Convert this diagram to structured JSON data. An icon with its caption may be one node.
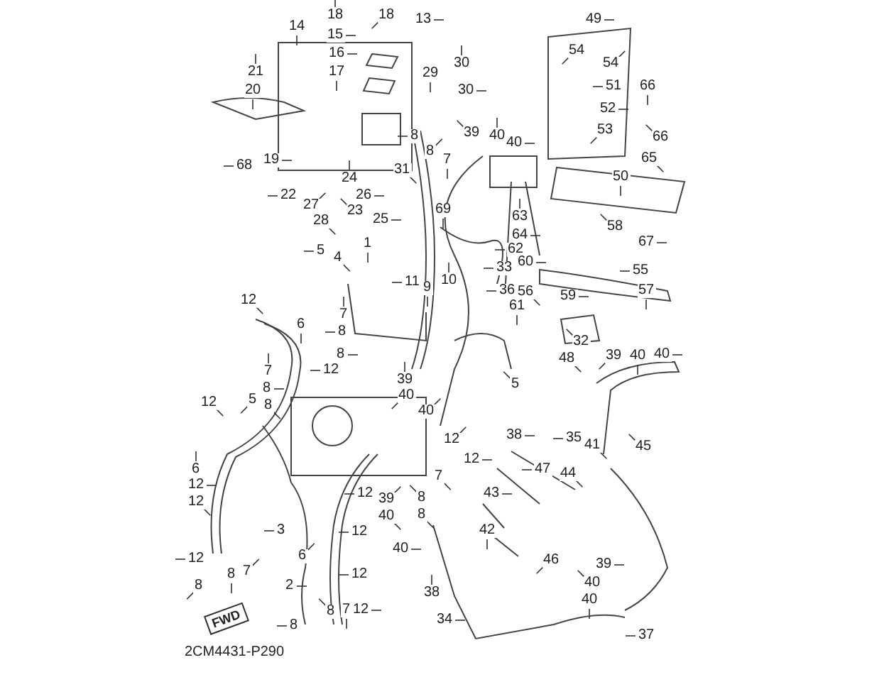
{
  "diagram": {
    "nodes": [
      {
        "text": [
          "13"
        ]
      },
      {
        "text": [
          "18"
        ]
      },
      {
        "text": [
          "18"
        ]
      },
      {
        "text": [
          "49"
        ]
      },
      {
        "text": [
          "14"
        ]
      },
      {
        "text": [
          "15"
        ]
      },
      {
        "text": [
          "16"
        ]
      },
      {
        "text": [
          "17"
        ]
      },
      {
        "text": [
          "54"
        ]
      },
      {
        "text": [
          "54"
        ]
      },
      {
        "text": [
          "30"
        ]
      },
      {
        "text": [
          "21"
        ]
      },
      {
        "text": [
          "29"
        ]
      },
      {
        "text": [
          "51"
        ]
      },
      {
        "text": [
          "66"
        ]
      },
      {
        "text": [
          "30"
        ]
      },
      {
        "text": [
          "20"
        ]
      },
      {
        "text": [
          "52"
        ]
      },
      {
        "text": [
          "53"
        ]
      },
      {
        "text": [
          "39"
        ]
      },
      {
        "text": [
          "40"
        ]
      },
      {
        "text": [
          "8"
        ]
      },
      {
        "text": [
          "66"
        ]
      },
      {
        "text": [
          "40"
        ]
      },
      {
        "text": [
          "8"
        ]
      },
      {
        "text": [
          "7"
        ]
      },
      {
        "text": [
          "65"
        ]
      },
      {
        "text": [
          "19"
        ]
      },
      {
        "text": [
          "68"
        ]
      },
      {
        "text": [
          "31"
        ]
      },
      {
        "text": [
          "50"
        ]
      },
      {
        "text": [
          "24"
        ]
      },
      {
        "text": [
          "26"
        ]
      },
      {
        "text": [
          "22"
        ]
      },
      {
        "text": [
          "27"
        ]
      },
      {
        "text": [
          "23"
        ]
      },
      {
        "text": [
          "69"
        ]
      },
      {
        "text": [
          "63"
        ]
      },
      {
        "text": [
          "28"
        ]
      },
      {
        "text": [
          "25"
        ]
      },
      {
        "text": [
          "58"
        ]
      },
      {
        "text": [
          "64"
        ]
      },
      {
        "text": [
          "67"
        ]
      },
      {
        "text": [
          "1"
        ]
      },
      {
        "text": [
          "62"
        ]
      },
      {
        "text": [
          "5"
        ]
      },
      {
        "text": [
          "4"
        ]
      },
      {
        "text": [
          "60"
        ]
      },
      {
        "text": [
          "33"
        ]
      },
      {
        "text": [
          "55"
        ]
      },
      {
        "text": [
          "11"
        ]
      },
      {
        "text": [
          "10"
        ]
      },
      {
        "text": [
          "9"
        ]
      },
      {
        "text": [
          "36"
        ]
      },
      {
        "text": [
          "56"
        ]
      },
      {
        "text": [
          "59"
        ]
      },
      {
        "text": [
          "57"
        ]
      },
      {
        "text": [
          "12"
        ]
      },
      {
        "text": [
          "61"
        ]
      },
      {
        "text": [
          "7"
        ]
      },
      {
        "text": [
          "6"
        ]
      },
      {
        "text": [
          "8"
        ]
      },
      {
        "text": [
          "32"
        ]
      },
      {
        "text": [
          "8"
        ]
      },
      {
        "text": [
          "39"
        ]
      },
      {
        "text": [
          "40"
        ]
      },
      {
        "text": [
          "40"
        ]
      },
      {
        "text": [
          "48"
        ]
      },
      {
        "text": [
          "12"
        ]
      },
      {
        "text": [
          "7"
        ]
      },
      {
        "text": [
          "39"
        ]
      },
      {
        "text": [
          "5"
        ]
      },
      {
        "text": [
          "8"
        ]
      },
      {
        "text": [
          "40"
        ]
      },
      {
        "text": [
          "8"
        ]
      },
      {
        "text": [
          "12"
        ]
      },
      {
        "text": [
          "5"
        ]
      },
      {
        "text": [
          "40"
        ]
      },
      {
        "text": [
          "38"
        ]
      },
      {
        "text": [
          "35"
        ]
      },
      {
        "text": [
          "12"
        ]
      },
      {
        "text": [
          "41"
        ]
      },
      {
        "text": [
          "45"
        ]
      },
      {
        "text": [
          "12"
        ]
      },
      {
        "text": [
          "47"
        ]
      },
      {
        "text": [
          "44"
        ]
      },
      {
        "text": [
          "6"
        ]
      },
      {
        "text": [
          "7"
        ]
      },
      {
        "text": [
          "12"
        ]
      },
      {
        "text": [
          "43"
        ]
      },
      {
        "text": [
          "12"
        ]
      },
      {
        "text": [
          "8"
        ]
      },
      {
        "text": [
          "39"
        ]
      },
      {
        "text": [
          "12"
        ]
      },
      {
        "text": [
          "40"
        ]
      },
      {
        "text": [
          "8"
        ]
      },
      {
        "text": [
          "3"
        ]
      },
      {
        "text": [
          "12"
        ]
      },
      {
        "text": [
          "42"
        ]
      },
      {
        "text": [
          "40"
        ]
      },
      {
        "text": [
          "6"
        ]
      },
      {
        "text": [
          "12"
        ]
      },
      {
        "text": [
          "46"
        ]
      },
      {
        "text": [
          "39"
        ]
      },
      {
        "text": [
          "7"
        ]
      },
      {
        "text": [
          "8"
        ]
      },
      {
        "text": [
          "12"
        ]
      },
      {
        "text": [
          "40"
        ]
      },
      {
        "text": [
          "8"
        ]
      },
      {
        "text": [
          "2"
        ]
      },
      {
        "text": [
          "38"
        ]
      },
      {
        "text": [
          "40"
        ]
      },
      {
        "text": [
          "12"
        ]
      },
      {
        "text": [
          "7"
        ]
      },
      {
        "text": [
          "8"
        ]
      },
      {
        "text": [
          "34"
        ]
      },
      {
        "text": [
          "8"
        ]
      },
      {
        "text": [
          "37"
        ]
      },
      {
        "text": [
          "FWD"
        ]
      }
    ],
    "edges": [
      {
        "from": 0,
        "to": null,
        "arrow": "none"
      },
      {
        "from": 1,
        "to": null,
        "arrow": "none"
      },
      {
        "from": 2,
        "to": null,
        "arrow": "none"
      },
      {
        "from": 3,
        "to": null,
        "arrow": "none"
      },
      {
        "from": 4,
        "to": null,
        "arrow": "none"
      },
      {
        "from": 5,
        "to": null,
        "arrow": "none"
      },
      {
        "from": 6,
        "to": null,
        "arrow": "none"
      },
      {
        "from": 7,
        "to": null,
        "arrow": "none"
      },
      {
        "from": 8,
        "to": null,
        "arrow": "none"
      },
      {
        "from": 9,
        "to": null,
        "arrow": "none"
      },
      {
        "from": 10,
        "to": null,
        "arrow": "none"
      },
      {
        "from": 11,
        "to": null,
        "arrow": "none"
      },
      {
        "from": 12,
        "to": null,
        "arrow": "none"
      },
      {
        "from": 13,
        "to": null,
        "arrow": "none"
      },
      {
        "from": 14,
        "to": null,
        "arrow": "none"
      },
      {
        "from": 15,
        "to": null,
        "arrow": "none"
      },
      {
        "from": 16,
        "to": null,
        "arrow": "none"
      },
      {
        "from": 17,
        "to": null,
        "arrow": "none"
      },
      {
        "from": 18,
        "to": null,
        "arrow": "none"
      },
      {
        "from": 19,
        "to": null,
        "arrow": "none"
      },
      {
        "from": 20,
        "to": null,
        "arrow": "none"
      },
      {
        "from": 21,
        "to": null,
        "arrow": "none"
      },
      {
        "from": 22,
        "to": null,
        "arrow": "none"
      },
      {
        "from": 23,
        "to": null,
        "arrow": "none"
      },
      {
        "from": 24,
        "to": null,
        "arrow": "none"
      },
      {
        "from": 25,
        "to": null,
        "arrow": "none"
      },
      {
        "from": 26,
        "to": null,
        "arrow": "none"
      },
      {
        "from": 27,
        "to": null,
        "arrow": "none"
      },
      {
        "from": 28,
        "to": null,
        "arrow": "none"
      },
      {
        "from": 29,
        "to": null,
        "arrow": "none"
      },
      {
        "from": 30,
        "to": null,
        "arrow": "none"
      },
      {
        "from": 31,
        "to": null,
        "arrow": "none"
      },
      {
        "from": 32,
        "to": null,
        "arrow": "none"
      },
      {
        "from": 33,
        "to": null,
        "arrow": "none"
      },
      {
        "from": 34,
        "to": null,
        "arrow": "none"
      },
      {
        "from": 35,
        "to": null,
        "arrow": "none"
      },
      {
        "from": 36,
        "to": null,
        "arrow": "none"
      },
      {
        "from": 37,
        "to": null,
        "arrow": "none"
      },
      {
        "from": 38,
        "to": null,
        "arrow": "none"
      },
      {
        "from": 39,
        "to": null,
        "arrow": "none"
      },
      {
        "from": 40,
        "to": null,
        "arrow": "none"
      },
      {
        "from": 41,
        "to": null,
        "arrow": "none"
      },
      {
        "from": 42,
        "to": null,
        "arrow": "none"
      },
      {
        "from": 43,
        "to": null,
        "arrow": "none"
      },
      {
        "from": 44,
        "to": null,
        "arrow": "none"
      },
      {
        "from": 45,
        "to": null,
        "arrow": "none"
      },
      {
        "from": 46,
        "to": null,
        "arrow": "none"
      },
      {
        "from": 47,
        "to": null,
        "arrow": "none"
      },
      {
        "from": 48,
        "to": null,
        "arrow": "none"
      },
      {
        "from": 49,
        "to": null,
        "arrow": "none"
      },
      {
        "from": 50,
        "to": null,
        "arrow": "none"
      },
      {
        "from": 51,
        "to": null,
        "arrow": "none"
      },
      {
        "from": 52,
        "to": null,
        "arrow": "none"
      },
      {
        "from": 53,
        "to": null,
        "arrow": "none"
      },
      {
        "from": 54,
        "to": null,
        "arrow": "none"
      },
      {
        "from": 55,
        "to": null,
        "arrow": "none"
      },
      {
        "from": 56,
        "to": null,
        "arrow": "none"
      },
      {
        "from": 57,
        "to": null,
        "arrow": "none"
      },
      {
        "from": 58,
        "to": null,
        "arrow": "none"
      },
      {
        "from": 59,
        "to": null,
        "arrow": "none"
      },
      {
        "from": 60,
        "to": null,
        "arrow": "none"
      },
      {
        "from": 61,
        "to": null,
        "arrow": "none"
      },
      {
        "from": 62,
        "to": null,
        "arrow": "none"
      },
      {
        "from": 63,
        "to": null,
        "arrow": "none"
      },
      {
        "from": 64,
        "to": null,
        "arrow": "none"
      },
      {
        "from": 65,
        "to": null,
        "arrow": "none"
      },
      {
        "from": 66,
        "to": null,
        "arrow": "none"
      },
      {
        "from": 67,
        "to": null,
        "arrow": "none"
      },
      {
        "from": 68,
        "to": null,
        "arrow": "none"
      },
      {
        "from": 69,
        "to": null,
        "arrow": "none"
      },
      {
        "from": 70,
        "to": null,
        "arrow": "none"
      },
      {
        "from": 71,
        "to": null,
        "arrow": "none"
      },
      {
        "from": 72,
        "to": null,
        "arrow": "none"
      },
      {
        "from": 73,
        "to": null,
        "arrow": "none"
      },
      {
        "from": 74,
        "to": null,
        "arrow": "none"
      },
      {
        "from": 75,
        "to": null,
        "arrow": "none"
      },
      {
        "from": 76,
        "to": null,
        "arrow": "none"
      },
      {
        "from": 77,
        "to": null,
        "arrow": "none"
      },
      {
        "from": 78,
        "to": null,
        "arrow": "none"
      },
      {
        "from": 79,
        "to": null,
        "arrow": "none"
      },
      {
        "from": 80,
        "to": null,
        "arrow": "none"
      },
      {
        "from": 81,
        "to": null,
        "arrow": "none"
      },
      {
        "from": 82,
        "to": null,
        "arrow": "none"
      },
      {
        "from": 83,
        "to": null,
        "arrow": "none"
      },
      {
        "from": 84,
        "to": null,
        "arrow": "none"
      },
      {
        "from": 85,
        "to": null,
        "arrow": "none"
      },
      {
        "from": 86,
        "to": null,
        "arrow": "none"
      },
      {
        "from": 87,
        "to": null,
        "arrow": "none"
      },
      {
        "from": 88,
        "to": null,
        "arrow": "none"
      },
      {
        "from": 89,
        "to": null,
        "arrow": "none"
      },
      {
        "from": 90,
        "to": null,
        "arrow": "none"
      },
      {
        "from": 91,
        "to": null,
        "arrow": "none"
      },
      {
        "from": 92,
        "to": null,
        "arrow": "none"
      },
      {
        "from": 93,
        "to": null,
        "arrow": "none"
      },
      {
        "from": 94,
        "to": null,
        "arrow": "none"
      },
      {
        "from": 95,
        "to": null,
        "arrow": "none"
      },
      {
        "from": 96,
        "to": null,
        "arrow": "none"
      },
      {
        "from": 97,
        "to": null,
        "arrow": "none"
      },
      {
        "from": 98,
        "to": null,
        "arrow": "none"
      },
      {
        "from": 99,
        "to": null,
        "arrow": "none"
      },
      {
        "from": 100,
        "to": null,
        "arrow": "none"
      },
      {
        "from": 101,
        "to": null,
        "arrow": "none"
      },
      {
        "from": 102,
        "to": null,
        "arrow": "none"
      },
      {
        "from": 103,
        "to": null,
        "arrow": "none"
      },
      {
        "from": 104,
        "to": null,
        "arrow": "none"
      },
      {
        "from": 105,
        "to": null,
        "arrow": "none"
      },
      {
        "from": 106,
        "to": null,
        "arrow": "none"
      },
      {
        "from": 107,
        "to": null,
        "arrow": "none"
      },
      {
        "from": 108,
        "to": null,
        "arrow": "none"
      },
      {
        "from": 109,
        "to": null,
        "arrow": "none"
      },
      {
        "from": 110,
        "to": null,
        "arrow": "none"
      },
      {
        "from": 111,
        "to": null,
        "arrow": "none"
      },
      {
        "from": 112,
        "to": null,
        "arrow": "none"
      },
      {
        "from": 113,
        "to": null,
        "arrow": "none"
      },
      {
        "from": 114,
        "to": null,
        "arrow": "none"
      },
      {
        "from": 115,
        "to": null,
        "arrow": "none"
      },
      {
        "from": 116,
        "to": null,
        "arrow": "none"
      },
      {
        "from": 117,
        "to": null,
        "arrow": "none"
      }
    ],
    "labels": [
      "2CM4431-P290"
    ]
  }
}
